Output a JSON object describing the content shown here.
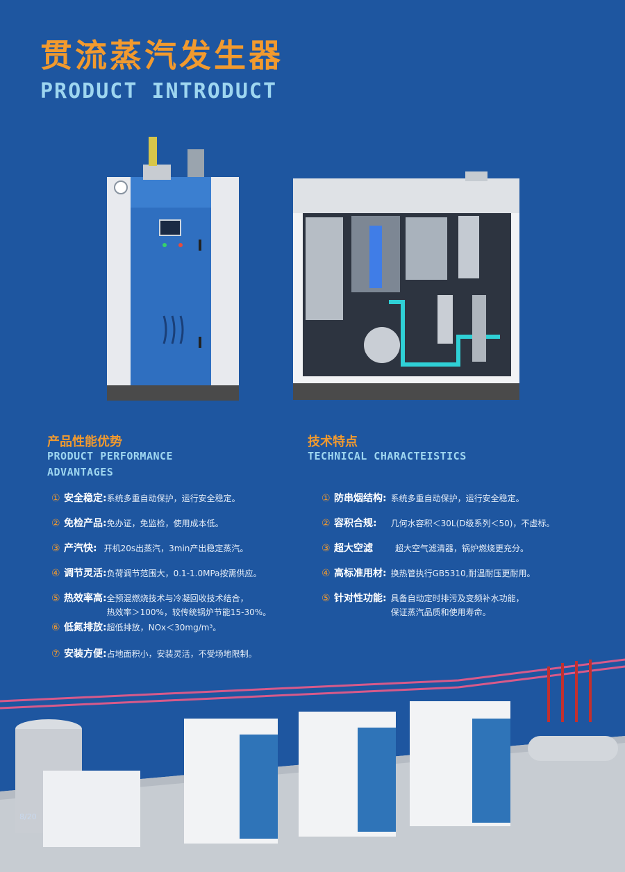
{
  "header": {
    "title_cn": "贯流蒸汽发生器",
    "title_en": "PRODUCT INTRODUCT"
  },
  "left_section": {
    "heading_cn": "产品性能优势",
    "heading_en_line1": "PRODUCT PERFORMANCE",
    "heading_en_line2": "ADVANTAGES",
    "items": [
      {
        "num": "①",
        "label": "安全稳定:",
        "desc1": "系统多重自动保护，运行安全稳定。",
        "desc2": ""
      },
      {
        "num": "②",
        "label": "免检产品:",
        "desc1": "免办证，免监检，使用成本低。",
        "desc2": ""
      },
      {
        "num": "③",
        "label": "产汽快:",
        "desc1": "开机20s出蒸汽，3min产出稳定蒸汽。",
        "desc2": ""
      },
      {
        "num": "④",
        "label": "调节灵活:",
        "desc1": "负荷调节范围大，0.1-1.0MPa按需供应。",
        "desc2": ""
      },
      {
        "num": "⑤",
        "label": "热效率高:",
        "desc1": "全预混燃烧技术与冷凝回收技术结合，",
        "desc2": "热效率＞100%，较传统锅炉节能15-30%。"
      },
      {
        "num": "⑥",
        "label": "低氮排放:",
        "desc1": "超低排放，NOx＜30mg/m³。",
        "desc2": ""
      },
      {
        "num": "⑦",
        "label": "安装方便:",
        "desc1": "占地面积小，安装灵活，不受场地限制。",
        "desc2": ""
      }
    ]
  },
  "right_section": {
    "heading_cn": "技术特点",
    "heading_en": "TECHNICAL CHARACTEISTICS",
    "items": [
      {
        "num": "①",
        "label": "防串烟结构:",
        "desc1": "系统多重自动保护，运行安全稳定。",
        "desc2": ""
      },
      {
        "num": "②",
        "label": "容积合规:",
        "desc1": "几何水容积＜30L(D级系列＜50)，不虚标。",
        "desc2": ""
      },
      {
        "num": "③",
        "label": "超大空滤",
        "desc1": "超大空气滤清器，锅炉燃烧更充分。",
        "desc2": ""
      },
      {
        "num": "④",
        "label": "高标准用材:",
        "desc1": "换热管执行GB5310,耐温耐压更耐用。",
        "desc2": ""
      },
      {
        "num": "⑤",
        "label": "针对性功能:",
        "desc1": "具备自动定时排污及变频补水功能，",
        "desc2": "保证蒸汽品质和使用寿命。"
      }
    ]
  },
  "footer": {
    "page_number": "8/20"
  },
  "colors": {
    "background": "#1e56a0",
    "accent_orange": "#f29a2e",
    "accent_cyan": "#9ed6f0"
  }
}
